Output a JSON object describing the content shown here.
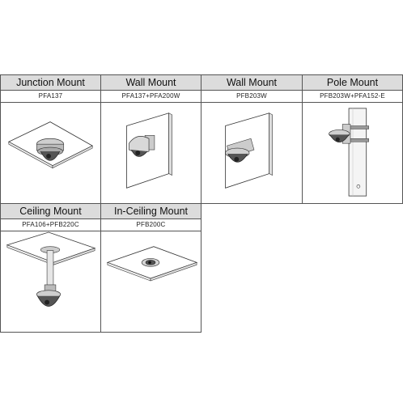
{
  "mounts": [
    {
      "title": "Junction Mount",
      "model": "PFA137",
      "illustration": "junction-mount-illustration"
    },
    {
      "title": "Wall Mount",
      "model": "PFA137+PFA200W",
      "illustration": "wall-mount-illustration"
    },
    {
      "title": "Wall Mount",
      "model": "PFB203W",
      "illustration": "wall-mount-illustration"
    },
    {
      "title": "Pole Mount",
      "model": "PFB203W+PFA152-E",
      "illustration": "pole-mount-illustration"
    },
    {
      "title": "Ceiling Mount",
      "model": "PFA106+PFB220C",
      "illustration": "ceiling-mount-illustration"
    },
    {
      "title": "In-Ceiling Mount",
      "model": "PFB200C",
      "illustration": "in-ceiling-mount-illustration"
    }
  ]
}
